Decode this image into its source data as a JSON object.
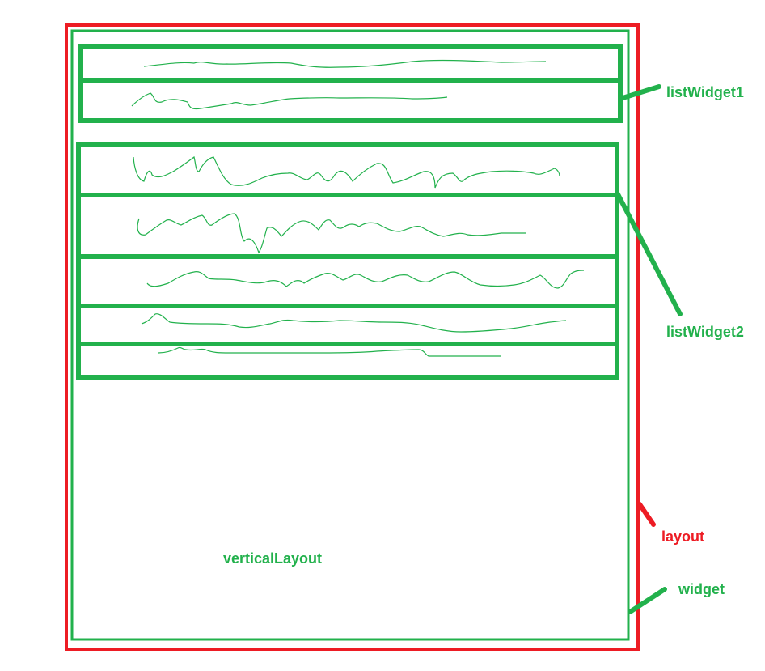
{
  "labels": {
    "list_widget_1": "listWidget1",
    "list_widget_2": "listWidget2",
    "layout": "layout",
    "widget": "widget",
    "vertical_layout": "verticalLayout"
  },
  "colors": {
    "green": "#22b14c",
    "red": "#ed1c24",
    "background": "#ffffff"
  },
  "list_widget_1": {
    "item_count": 2
  },
  "list_widget_2": {
    "item_count": 5
  }
}
